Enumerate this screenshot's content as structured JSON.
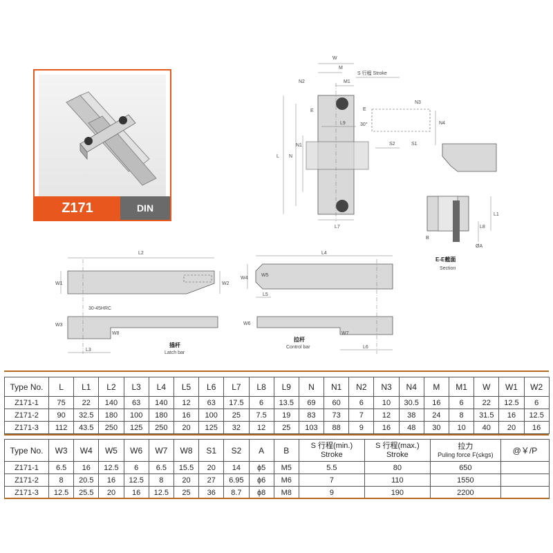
{
  "product": {
    "model": "Z171",
    "standard": "DIN"
  },
  "drawing": {
    "labels": {
      "W": "W",
      "M": "M",
      "M1": "M1",
      "stroke": "S 行程 Stroke",
      "N2": "N2",
      "N3": "N3",
      "N4": "N4",
      "E1": "E",
      "E2": "E",
      "L9": "L9",
      "angle": "30°",
      "L": "L",
      "N": "N",
      "N1": "N1",
      "S2": "S2",
      "S1": "S1",
      "L7": "L7",
      "L1": "L1",
      "L8": "L8",
      "B": "B",
      "A": "ØA",
      "section_title": "E-E截面",
      "section_sub": "Section",
      "L2": "L2",
      "W1": "W1",
      "W2": "W2",
      "W3": "W3",
      "L3": "L3",
      "hrc": "30-45HRC",
      "latch_cn": "插杆",
      "latch_en": "Latch bar",
      "L4": "L4",
      "W4": "W4",
      "W5": "W5",
      "W6": "W6",
      "W7": "W7",
      "L5": "L5",
      "L6": "L6",
      "control_cn": "拉杆",
      "control_en": "Control bar"
    }
  },
  "table1": {
    "headers": [
      "Type No.",
      "L",
      "L1",
      "L2",
      "L3",
      "L4",
      "L5",
      "L6",
      "L7",
      "L8",
      "L9",
      "N",
      "N1",
      "N2",
      "N3",
      "N4",
      "M",
      "M1",
      "W",
      "W1",
      "W2"
    ],
    "rows": [
      [
        "Z171-1",
        "75",
        "22",
        "140",
        "63",
        "140",
        "12",
        "63",
        "17.5",
        "6",
        "13.5",
        "69",
        "60",
        "6",
        "10",
        "30.5",
        "16",
        "6",
        "22",
        "12.5",
        "6"
      ],
      [
        "Z171-2",
        "90",
        "32.5",
        "180",
        "100",
        "180",
        "16",
        "100",
        "25",
        "7.5",
        "19",
        "83",
        "73",
        "7",
        "12",
        "38",
        "24",
        "8",
        "31.5",
        "16",
        "12.5"
      ],
      [
        "Z171-3",
        "112",
        "43.5",
        "250",
        "125",
        "250",
        "20",
        "125",
        "32",
        "12",
        "25",
        "103",
        "88",
        "9",
        "16",
        "48",
        "30",
        "10",
        "40",
        "20",
        "16"
      ]
    ]
  },
  "table2": {
    "headers": [
      "Type No.",
      "W3",
      "W4",
      "W5",
      "W6",
      "W7",
      "W8",
      "S1",
      "S2",
      "A",
      "B"
    ],
    "stroke_min": [
      "S 行程(min.)",
      "Stroke"
    ],
    "stroke_max": [
      "S 行程(max.)",
      "Stroke"
    ],
    "force": [
      "拉力",
      "Puling force F(≤kgs)"
    ],
    "price": "@￥/P",
    "rows": [
      [
        "Z171-1",
        "6.5",
        "16",
        "12.5",
        "6",
        "6.5",
        "15.5",
        "20",
        "14",
        "ϕ5",
        "M5",
        "5.5",
        "80",
        "650",
        ""
      ],
      [
        "Z171-2",
        "8",
        "20.5",
        "16",
        "12.5",
        "8",
        "20",
        "27",
        "6.95",
        "ϕ6",
        "M6",
        "7",
        "110",
        "1550",
        ""
      ],
      [
        "Z171-3",
        "12.5",
        "25.5",
        "20",
        "16",
        "12.5",
        "25",
        "36",
        "8.7",
        "ϕ8",
        "M8",
        "9",
        "190",
        "2200",
        ""
      ]
    ]
  }
}
